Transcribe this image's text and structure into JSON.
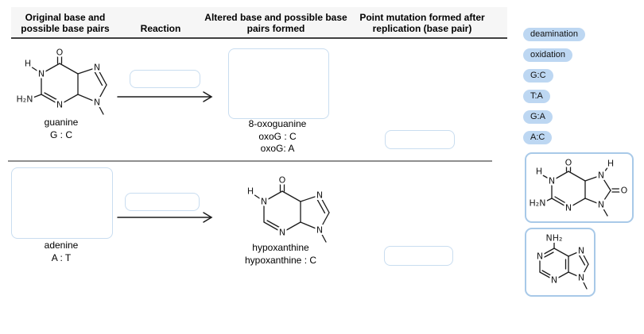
{
  "colors": {
    "chip_bg": "#bdd7f2",
    "card_border": "#a8c9e8",
    "dropzone_border": "#c9ddf0",
    "divider": "#8f8f8f",
    "header_rule": "#404040",
    "header_bg": "#f6f6f6"
  },
  "table": {
    "headers": [
      "Original base and possible base pairs",
      "Reaction",
      "Altered base and possible base pairs formed",
      "Point mutation formed after replication (base pair)"
    ],
    "rows": [
      {
        "original_name": "guanine",
        "original_pair": "G : C",
        "altered_lines": [
          "8-oxoguanine",
          "oxoG : C",
          "oxoG: A"
        ]
      },
      {
        "original_name": "adenine",
        "original_pair": "A : T",
        "altered_lines": [
          "hypoxanthine",
          "hypoxanthine : C"
        ]
      }
    ]
  },
  "answer_bank": {
    "chips": [
      "deamination",
      "oxidation",
      "G:C",
      "T:A",
      "G:A",
      "A:C"
    ],
    "structure_cards": [
      "8-oxoguanine",
      "adenine"
    ]
  },
  "atoms": {
    "oxygen": "O",
    "nitrogen": "N",
    "hydrogen": "H",
    "h2n": "H₂N",
    "nh2": "NH₂"
  }
}
